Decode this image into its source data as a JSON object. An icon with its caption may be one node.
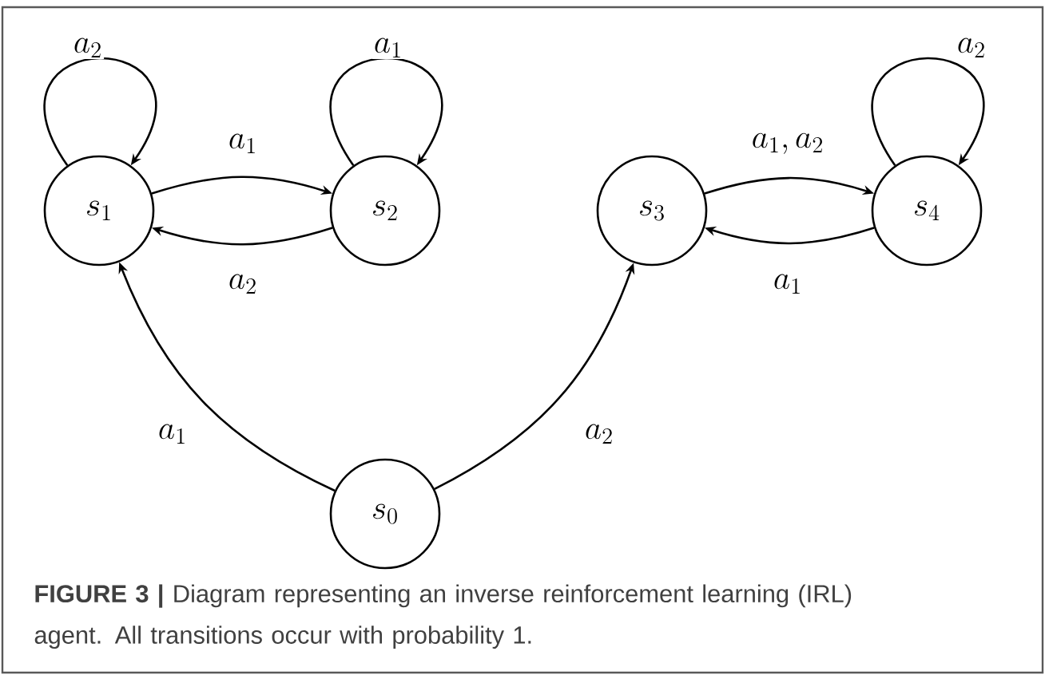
{
  "diagram": {
    "caption": "**FIGURE 3 |** Diagram representing an inverse reinforcement learning (IRL) agent. All transitions occur with probability 1.",
    "nodes": [
      {
        "text": [
          "s_1"
        ]
      },
      {
        "text": [
          "s_2"
        ]
      },
      {
        "text": [
          "s_3"
        ]
      },
      {
        "text": [
          "s_4"
        ]
      },
      {
        "text": [
          "s_0"
        ]
      }
    ],
    "edges": [
      {
        "from": 0,
        "to": 0,
        "arrow": "to",
        "label": "a_2"
      },
      {
        "from": 1,
        "to": 1,
        "arrow": "to",
        "label": "a_1"
      },
      {
        "from": 0,
        "to": 1,
        "arrow": "to",
        "label": "a_1"
      },
      {
        "from": 1,
        "to": 0,
        "arrow": "to",
        "label": "a_2"
      },
      {
        "from": 4,
        "to": 0,
        "arrow": "to",
        "label": "a_1"
      },
      {
        "from": 4,
        "to": 2,
        "arrow": "to",
        "label": "a_2"
      },
      {
        "from": 2,
        "to": 3,
        "arrow": "to",
        "label": "a_1, a_2"
      },
      {
        "from": 3,
        "to": 2,
        "arrow": "to",
        "label": "a_1"
      },
      {
        "from": 3,
        "to": 3,
        "arrow": "to",
        "label": "a_2"
      }
    ]
  }
}
